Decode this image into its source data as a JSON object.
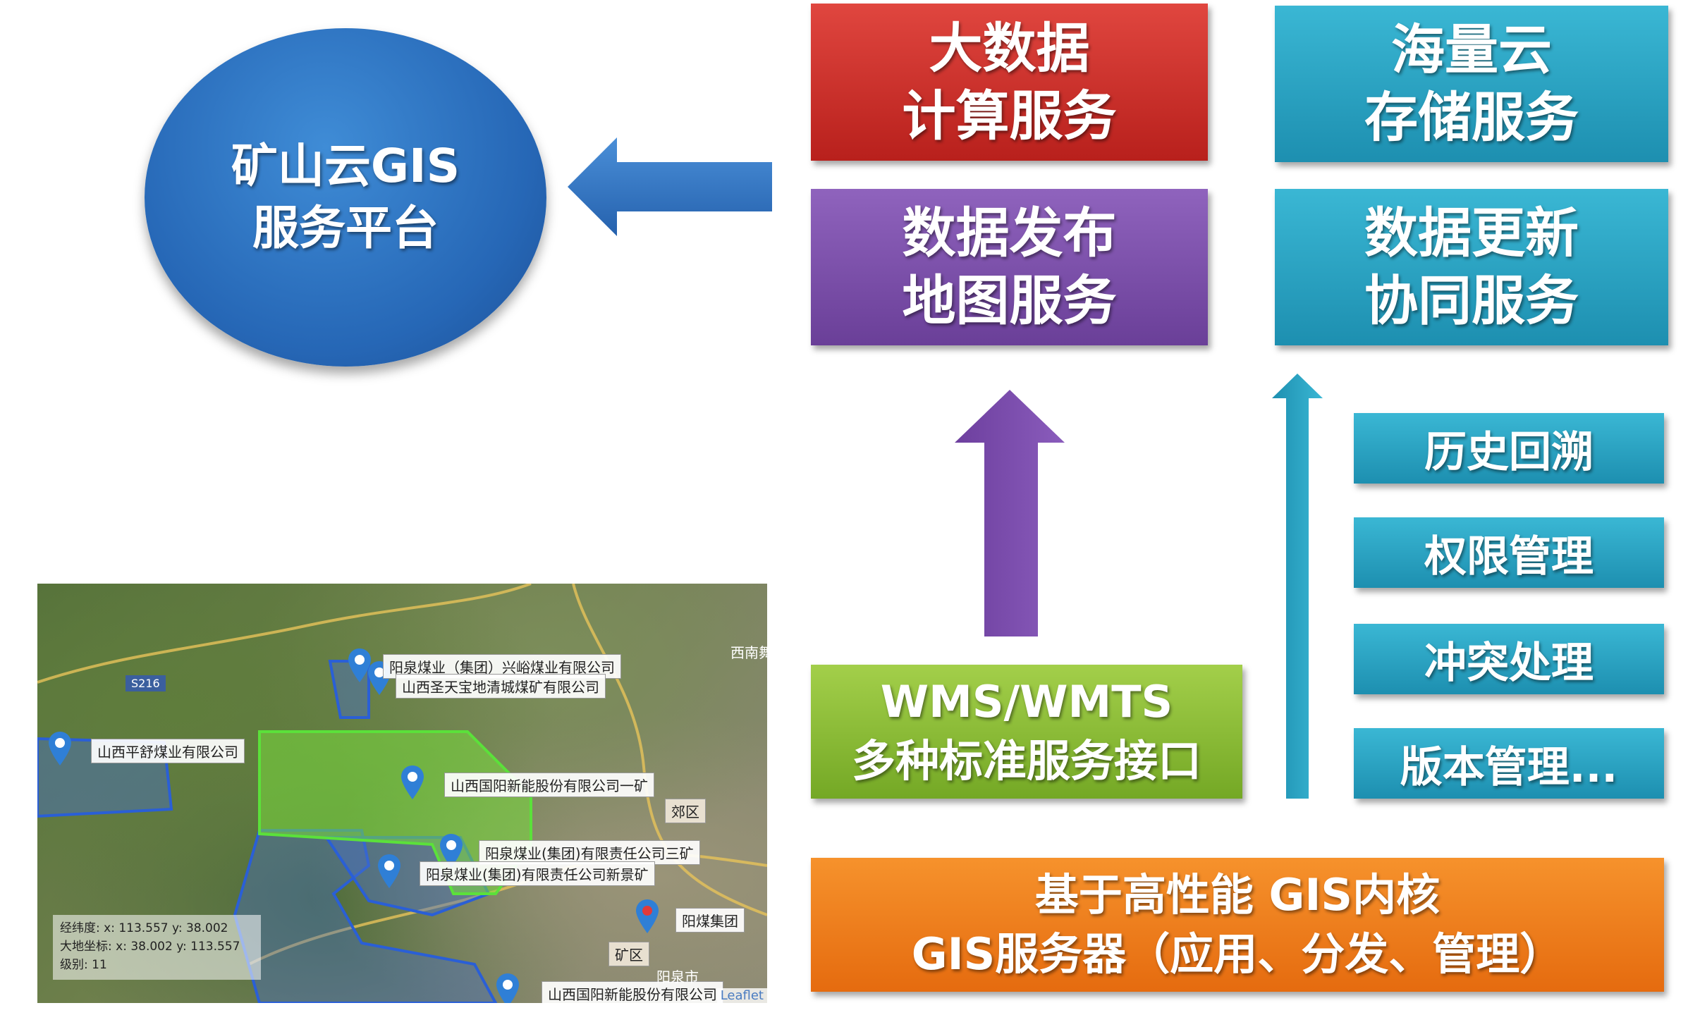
{
  "platform": {
    "line1": "矿山云GIS",
    "line2": "服务平台"
  },
  "services": {
    "bigdata": {
      "line1": "大数据",
      "line2": "计算服务"
    },
    "storage": {
      "line1": "海量云",
      "line2": "存储服务"
    },
    "publish": {
      "line1": "数据发布",
      "line2": "地图服务"
    },
    "update": {
      "line1": "数据更新",
      "line2": "协同服务"
    }
  },
  "features": [
    "历史回溯",
    "权限管理",
    "冲突处理",
    "版本管理..."
  ],
  "interfaces": {
    "line1": "WMS/WMTS",
    "line2": "多种标准服务接口"
  },
  "core": {
    "line1": "基于高性能 GIS内核",
    "line2": "GIS服务器（应用、分发、管理）"
  },
  "map": {
    "labels": [
      "阳泉煤业（集团）兴峪煤业有限公司",
      "山西圣天宝地清城煤矿有限公司",
      "山西平舒煤业有限公司",
      "山西国阳新能股份有限公司一矿",
      "阳泉煤业(集团)有限责任公司三矿",
      "阳泉煤业(集团)有限责任公司新景矿",
      "阳煤集团",
      "山西国阳新能股份有限公司"
    ],
    "places": [
      "郊区",
      "矿区",
      "阳泉市",
      "S216",
      "西南舞"
    ],
    "coords": {
      "lonlat": "经纬度: x: 113.557 y: 38.002",
      "geo": "大地坐标: x: 38.002 y: 113.557",
      "level": "级别: 11"
    },
    "attribution": "Leaflet"
  },
  "colors": {
    "red": "#c9302c",
    "purple": "#7b4fab",
    "teal": "#2aa3c4",
    "green": "#8cbf3a",
    "orange": "#f07f1e",
    "blue": "#2f72c4"
  }
}
